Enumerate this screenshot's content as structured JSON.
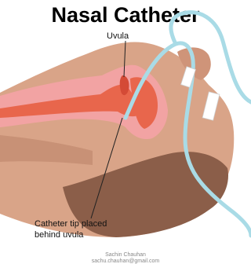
{
  "title": "Nasal Catheter",
  "labels": {
    "uvula": "Uvula",
    "tip_line1": "Catheter tip placed",
    "tip_line2": "behind uvula"
  },
  "credit": {
    "name": "Sachin Chauhan",
    "email": "sachu.chauhan@gmail.com"
  },
  "colors": {
    "skin": "#d9a488",
    "skin_dark": "#8b5e49",
    "airway": "#f2a3a3",
    "tissue": "#e8664c",
    "catheter": "#a9dbe6",
    "tape": "#ffffff"
  }
}
